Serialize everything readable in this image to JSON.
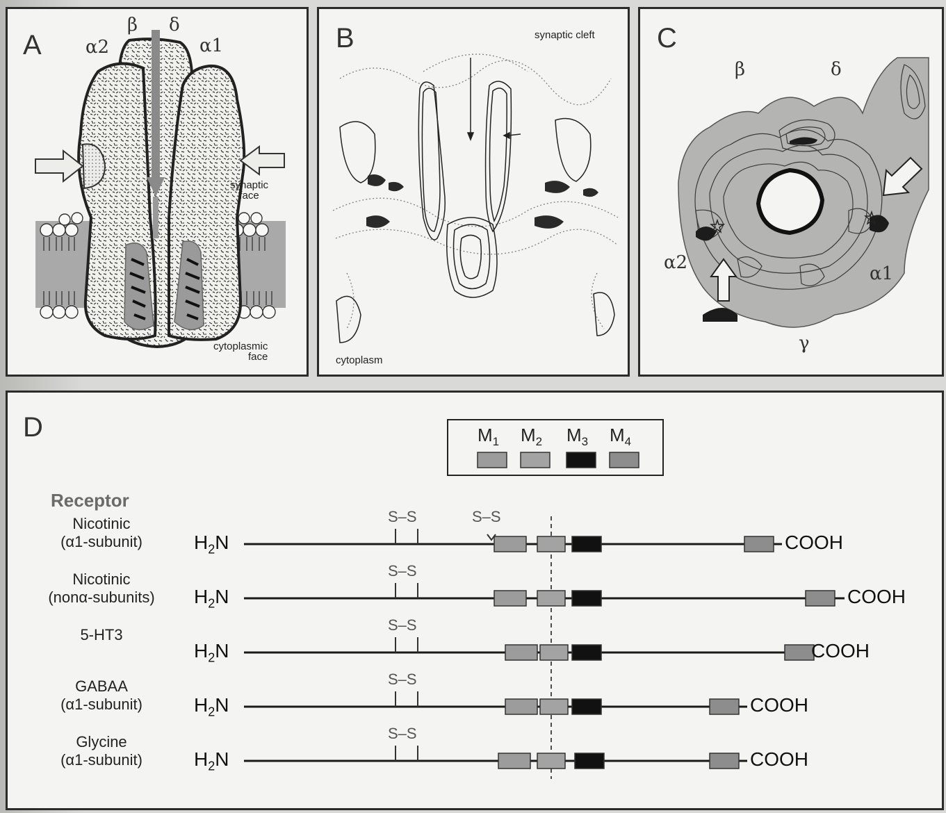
{
  "panels": {
    "a": {
      "label": "A",
      "alpha2": "α2",
      "beta": "β",
      "delta": "δ",
      "alpha1": "α1",
      "synaptic_face": "synaptic\nface",
      "cytoplasmic_face": "cytoplasmic\nface"
    },
    "b": {
      "label": "B",
      "synaptic_cleft": "synaptic cleft",
      "cytoplasm": "cytoplasm"
    },
    "c": {
      "label": "C",
      "beta": "β",
      "delta": "δ",
      "alpha2": "α2",
      "alpha1": "α1",
      "gamma": "γ"
    }
  },
  "panel_d": {
    "label": "D",
    "receptor_heading": "Receptor",
    "legend": {
      "items": [
        {
          "name": "M1",
          "base": "M",
          "sub": "1",
          "color": "#9c9c9c"
        },
        {
          "name": "M2",
          "base": "M",
          "sub": "2",
          "color": "#a3a3a3"
        },
        {
          "name": "M3",
          "base": "M",
          "sub": "3",
          "color": "#111111"
        },
        {
          "name": "M4",
          "base": "M",
          "sub": "4",
          "color": "#8d8d8d"
        }
      ]
    },
    "terminals": {
      "n_base": "H",
      "n_sub": "2",
      "n_rest": "N",
      "c": "COOH"
    },
    "disulfide": "S–S",
    "receptors": [
      {
        "line1": "Nicotinic",
        "line2": "(α1-subunit)"
      },
      {
        "line1": "Nicotinic",
        "line2": "(nonα-subunits)"
      },
      {
        "line1": "5-HT3",
        "line2": ""
      },
      {
        "line1": "GABAA",
        "line2": "(α1-subunit)"
      },
      {
        "line1": "Glycine",
        "line2": "(α1-subunit)"
      }
    ]
  }
}
